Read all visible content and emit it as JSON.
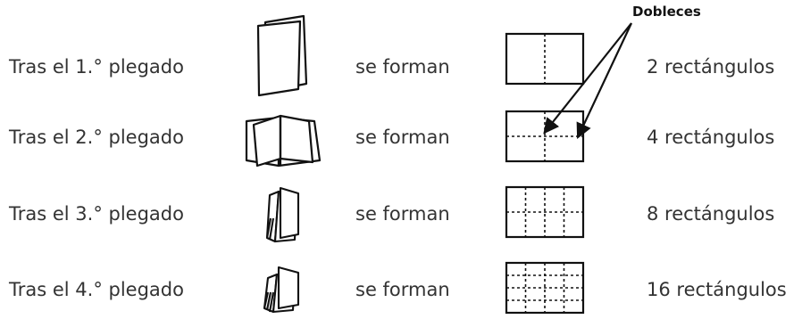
{
  "callout": {
    "label": "Dobleces"
  },
  "rows": [
    {
      "step": "Tras el 1.° plegado",
      "verb": "se forman",
      "result": "2 rectángulos"
    },
    {
      "step": "Tras el 2.° plegado",
      "verb": "se forman",
      "result": "4 rectángulos"
    },
    {
      "step": "Tras el 3.° plegado",
      "verb": "se forman",
      "result": "8 rectángulos"
    },
    {
      "step": "Tras el 4.° plegado",
      "verb": "se forman",
      "result": "16 rectángulos"
    }
  ],
  "colors": {
    "text": "#333333",
    "lines": "#111111"
  }
}
